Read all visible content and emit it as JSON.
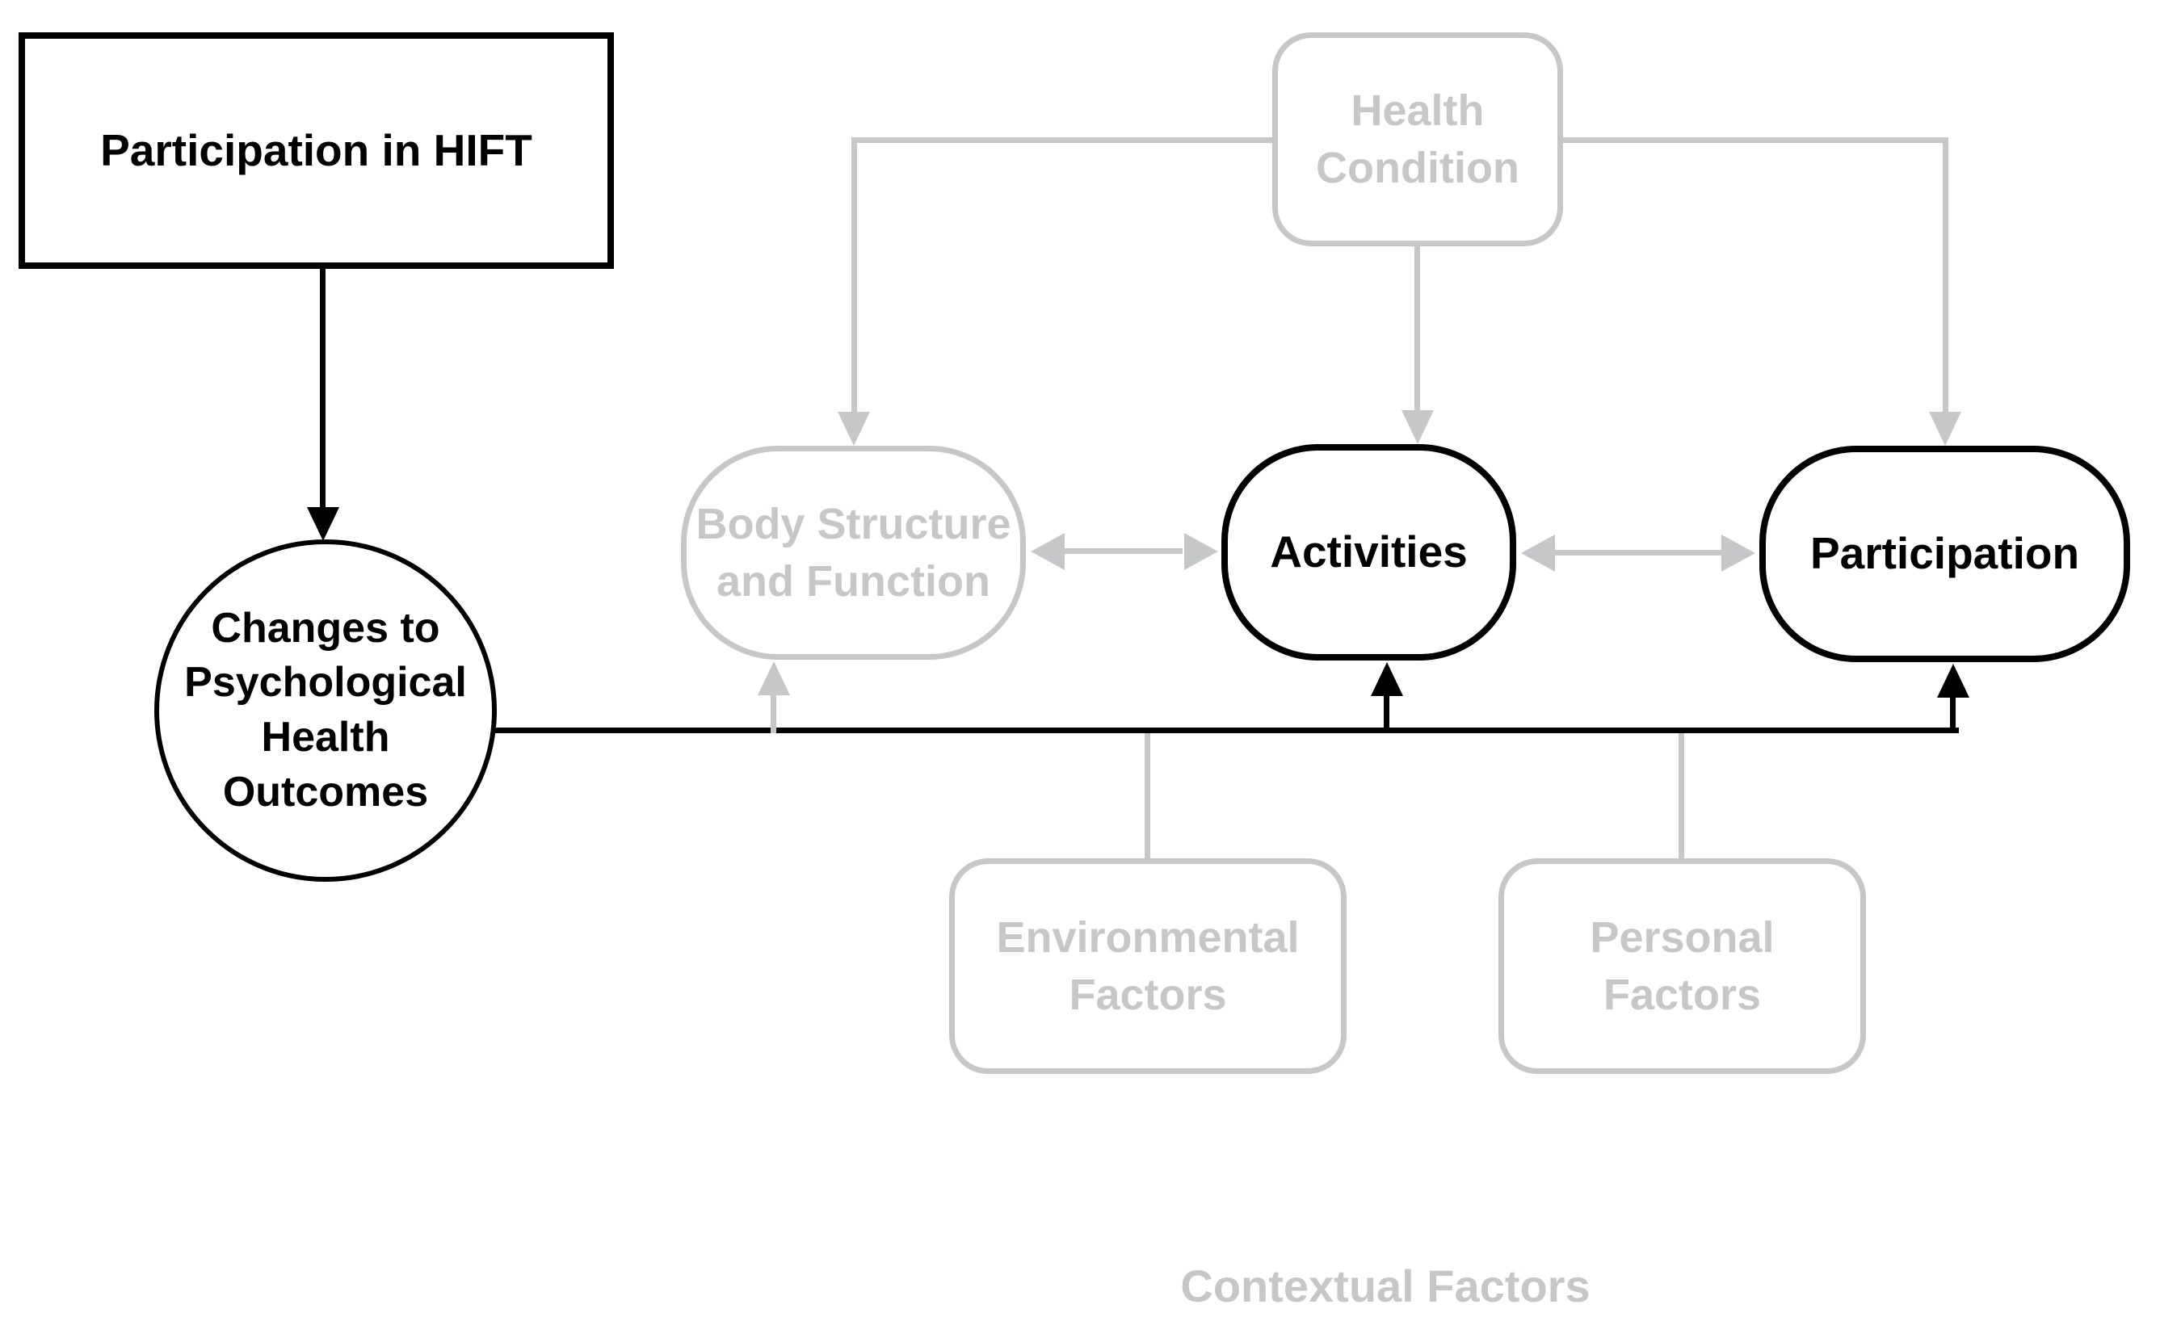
{
  "diagram": {
    "description": "Conceptual model overlaying HIFT participation outcomes on the ICF framework",
    "colors": {
      "active_path": "#000000",
      "inactive_framework": "#c6c7c9",
      "background": "#ffffff"
    },
    "nodes": {
      "hift_box": {
        "label": "Participation in HIFT",
        "shape": "rectangle",
        "state": "active"
      },
      "psych_circle": {
        "label": "Changes to\nPsychological\nHealth\nOutcomes",
        "shape": "circle",
        "state": "active"
      },
      "health_condition": {
        "label": "Health\nCondition",
        "shape": "rounded-rectangle",
        "state": "inactive"
      },
      "body_structure": {
        "label": "Body Structure\nand Function",
        "shape": "stadium",
        "state": "inactive"
      },
      "activities": {
        "label": "Activities",
        "shape": "stadium",
        "state": "active"
      },
      "participation": {
        "label": "Participation",
        "shape": "stadium",
        "state": "active"
      },
      "environmental_factors": {
        "label": "Environmental\nFactors",
        "shape": "rounded-rectangle",
        "state": "inactive"
      },
      "personal_factors": {
        "label": "Personal\nFactors",
        "shape": "rounded-rectangle",
        "state": "inactive"
      }
    },
    "footer": {
      "contextual_label": "Contextual Factors"
    },
    "edges": [
      {
        "id": "hift-to-circle",
        "from": "hift_box",
        "to": "psych_circle",
        "color": "black",
        "arrow": "single"
      },
      {
        "id": "circle-to-activities",
        "from": "psych_circle",
        "to": "activities",
        "color": "black",
        "arrow": "single"
      },
      {
        "id": "circle-to-participation",
        "from": "psych_circle",
        "to": "participation",
        "color": "black",
        "arrow": "single"
      },
      {
        "id": "health-to-body-structure",
        "from": "health_condition",
        "to": "body_structure",
        "color": "gray",
        "arrow": "single"
      },
      {
        "id": "health-to-activities",
        "from": "health_condition",
        "to": "activities",
        "color": "gray",
        "arrow": "single"
      },
      {
        "id": "health-to-participation",
        "from": "health_condition",
        "to": "participation",
        "color": "gray",
        "arrow": "single"
      },
      {
        "id": "body-structure-activities",
        "between": [
          "body_structure",
          "activities"
        ],
        "color": "gray",
        "arrow": "double"
      },
      {
        "id": "activities-participation",
        "between": [
          "activities",
          "participation"
        ],
        "color": "gray",
        "arrow": "double"
      },
      {
        "id": "contextual-to-body-structure",
        "from": "contextual_line",
        "to": "body_structure",
        "color": "gray",
        "arrow": "single"
      },
      {
        "id": "environmental-riser",
        "from": "environmental_factors",
        "to": "contextual_line",
        "color": "gray",
        "arrow": "none"
      },
      {
        "id": "personal-riser",
        "from": "personal_factors",
        "to": "contextual_line",
        "color": "gray",
        "arrow": "none"
      }
    ]
  }
}
